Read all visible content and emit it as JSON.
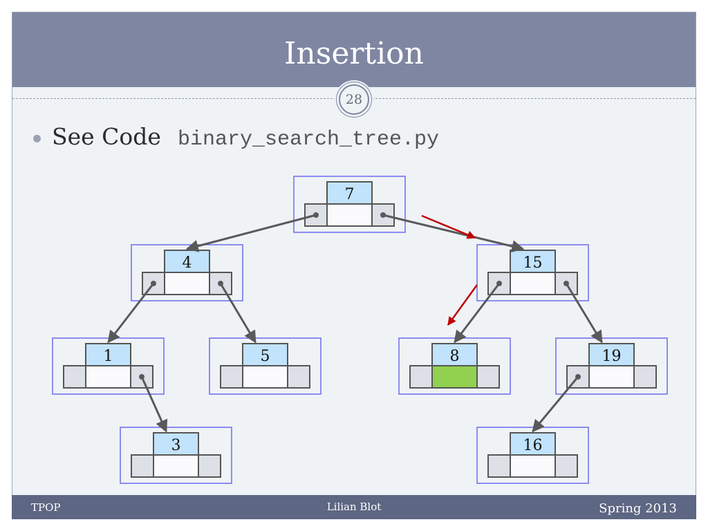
{
  "slide": {
    "title": "Insertion",
    "slide_number": "28",
    "bullet": {
      "text": "See Code",
      "code": "binary_search_tree.py"
    }
  },
  "tree": {
    "nodes": [
      {
        "id": "n7",
        "label": "7"
      },
      {
        "id": "n4",
        "label": "4"
      },
      {
        "id": "n15",
        "label": "15"
      },
      {
        "id": "n1",
        "label": "1"
      },
      {
        "id": "n5",
        "label": "5"
      },
      {
        "id": "n8",
        "label": "8",
        "new_node": true
      },
      {
        "id": "n19",
        "label": "19"
      },
      {
        "id": "n3",
        "label": "3"
      },
      {
        "id": "n16",
        "label": "16"
      }
    ],
    "edges": [
      {
        "from": "n7",
        "to": "n4"
      },
      {
        "from": "n7",
        "to": "n15"
      },
      {
        "from": "n4",
        "to": "n1"
      },
      {
        "from": "n4",
        "to": "n5"
      },
      {
        "from": "n15",
        "to": "n8"
      },
      {
        "from": "n15",
        "to": "n19"
      },
      {
        "from": "n1",
        "to": "n3"
      },
      {
        "from": "n19",
        "to": "n16"
      }
    ],
    "insertion_path": [
      "n7",
      "n15",
      "n8"
    ]
  },
  "colors": {
    "title_bar": "#7e86a1",
    "slide_background": "#eff3f6",
    "footer": "#5d6682",
    "node_frame": "#6b6bf0",
    "key_cell": "#c1e3fb",
    "pointer_cell": "#dde0e6",
    "new_value_cell": "#92d050",
    "edge_arrow": "#595959",
    "insertion_arrow": "#c00000"
  },
  "footer": {
    "left": "TPOP",
    "center": "Lilian Blot",
    "right": "Spring 2013"
  }
}
